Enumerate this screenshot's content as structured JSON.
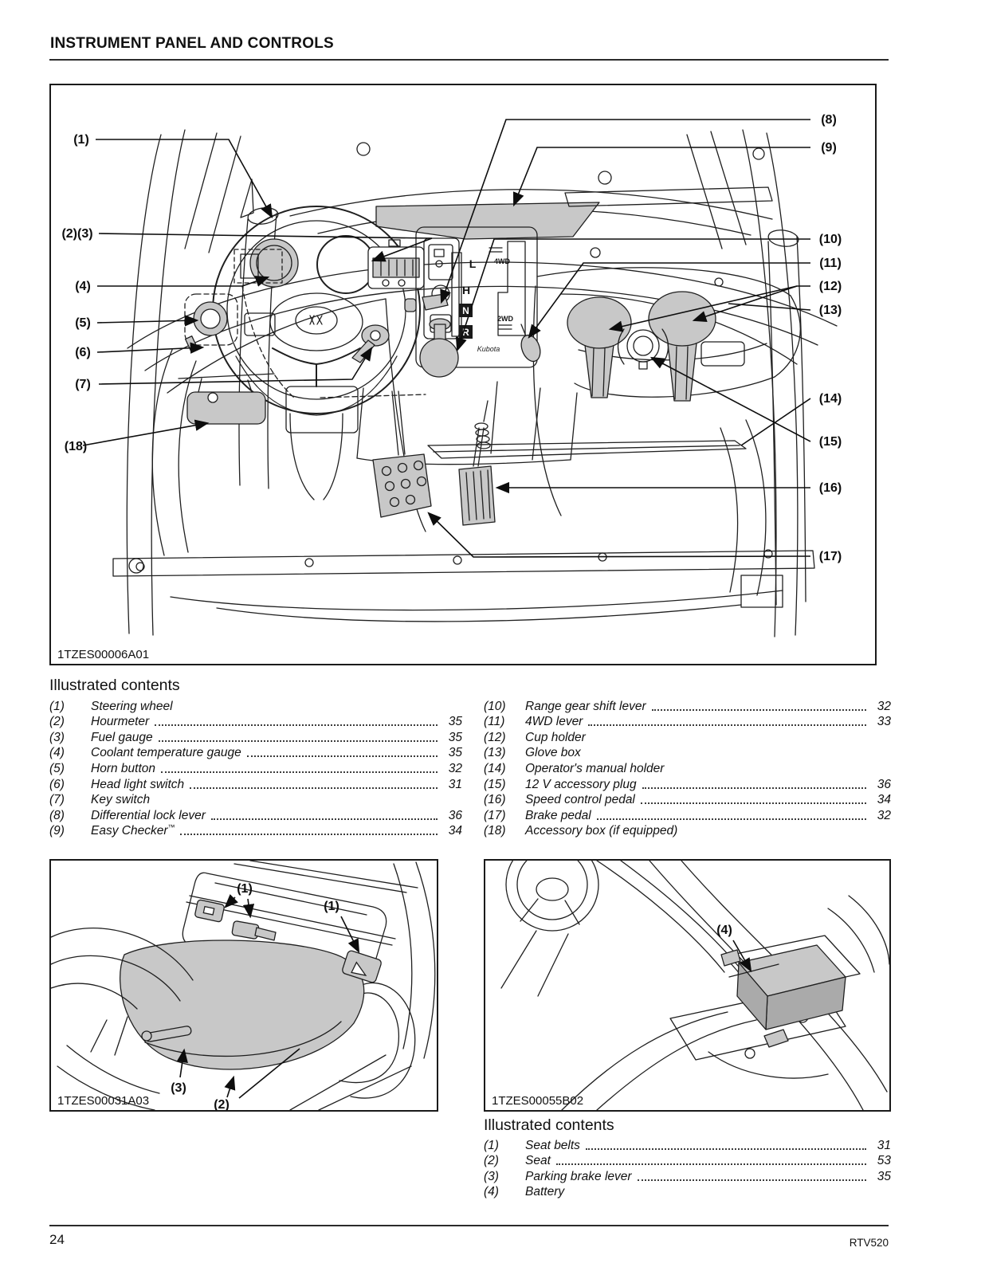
{
  "header": {
    "title": "INSTRUMENT PANEL AND CONTROLS"
  },
  "footer": {
    "page_number": "24",
    "model": "RTV520"
  },
  "section1": {
    "heading": "Illustrated contents",
    "figure_caption": "1TZES00006A01",
    "callouts": {
      "c1": "(1)",
      "c23": "(2)(3)",
      "c4": "(4)",
      "c5": "(5)",
      "c6": "(6)",
      "c7": "(7)",
      "c8": "(8)",
      "c9": "(9)",
      "c10": "(10)",
      "c11": "(11)",
      "c12": "(12)",
      "c13": "(13)",
      "c14": "(14)",
      "c15": "(15)",
      "c16": "(16)",
      "c17": "(17)",
      "c18": "(18)"
    },
    "console_labels": {
      "low": "L",
      "high": "H",
      "neutral": "N",
      "reverse": "R",
      "fourwd": "4WD",
      "twowd": "2WD",
      "brand": "Kubota"
    },
    "left_items": [
      {
        "num": "(1)",
        "label": "Steering wheel",
        "page": ""
      },
      {
        "num": "(2)",
        "label": "Hourmeter",
        "page": "35"
      },
      {
        "num": "(3)",
        "label": "Fuel gauge",
        "page": "35"
      },
      {
        "num": "(4)",
        "label": "Coolant temperature gauge",
        "page": "35"
      },
      {
        "num": "(5)",
        "label": "Horn button",
        "page": "32"
      },
      {
        "num": "(6)",
        "label": "Head light switch",
        "page": "31"
      },
      {
        "num": "(7)",
        "label": "Key switch",
        "page": ""
      },
      {
        "num": "(8)",
        "label": "Differential lock lever",
        "page": "36"
      },
      {
        "num": "(9)",
        "label": "Easy Checker",
        "suffix": "™",
        "page": "34"
      }
    ],
    "right_items": [
      {
        "num": "(10)",
        "label": "Range gear shift lever",
        "page": "32"
      },
      {
        "num": "(11)",
        "label": "4WD lever",
        "page": "33"
      },
      {
        "num": "(12)",
        "label": "Cup holder",
        "page": ""
      },
      {
        "num": "(13)",
        "label": "Glove box",
        "page": ""
      },
      {
        "num": "(14)",
        "label": "Operator's manual holder",
        "page": ""
      },
      {
        "num": "(15)",
        "label": "12 V accessory plug",
        "page": "36"
      },
      {
        "num": "(16)",
        "label": "Speed control pedal",
        "page": "34"
      },
      {
        "num": "(17)",
        "label": "Brake pedal",
        "page": "32"
      },
      {
        "num": "(18)",
        "label": "Accessory box (if equipped)",
        "page": ""
      }
    ]
  },
  "section2": {
    "heading": "Illustrated contents",
    "seat_figure_caption": "1TZES00031A03",
    "battery_figure_caption": "1TZES00055B02",
    "seat_callouts": {
      "c1a": "(1)",
      "c1b": "(1)",
      "c2": "(2)",
      "c3": "(3)"
    },
    "battery_callouts": {
      "c4": "(4)"
    },
    "items": [
      {
        "num": "(1)",
        "label": "Seat belts",
        "page": "31"
      },
      {
        "num": "(2)",
        "label": "Seat",
        "page": "53"
      },
      {
        "num": "(3)",
        "label": "Parking brake lever",
        "page": "35"
      },
      {
        "num": "(4)",
        "label": "Battery",
        "page": ""
      }
    ]
  }
}
